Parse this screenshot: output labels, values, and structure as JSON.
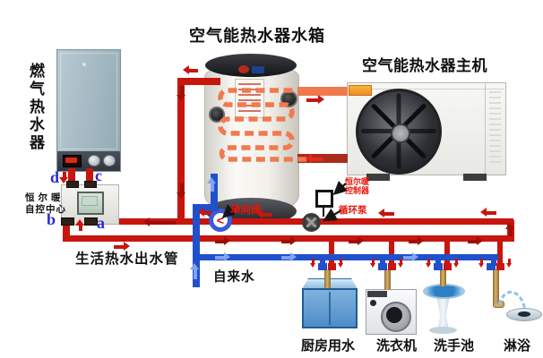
{
  "titles": {
    "tank_box": "空气能热水器水箱",
    "heat_pump": "空气能热水器主机"
  },
  "labels": {
    "gas_heater": "燃气热水器",
    "control_center_line1": "恒尔暖",
    "control_center_line2": "自控中心",
    "check_valve": "单向阀",
    "valve_glyph": "<",
    "controller_line1": "恒尔暖",
    "controller_line2": "控制器",
    "circulation_pump": "循环泵",
    "hot_water_pipe": "生活热水出水管",
    "tap_water": "自来水"
  },
  "ports": {
    "a": "a",
    "b": "b",
    "c": "c",
    "d": "d"
  },
  "fixtures": [
    {
      "label": "厨房用水"
    },
    {
      "label": "洗衣机"
    },
    {
      "label": "洗手池"
    },
    {
      "label": "淋浴"
    }
  ],
  "colors": {
    "hot_pipe": "#c8150d",
    "hot_dark": "#9d0f06",
    "cold_pipe": "#2150cc",
    "cold_light": "#7fa3f5",
    "coil_orange": "#f07a4e",
    "hp_return": "#aa2a1c",
    "annotation_red": "#ea1408",
    "port_label_blue": "#2a2ad2"
  }
}
